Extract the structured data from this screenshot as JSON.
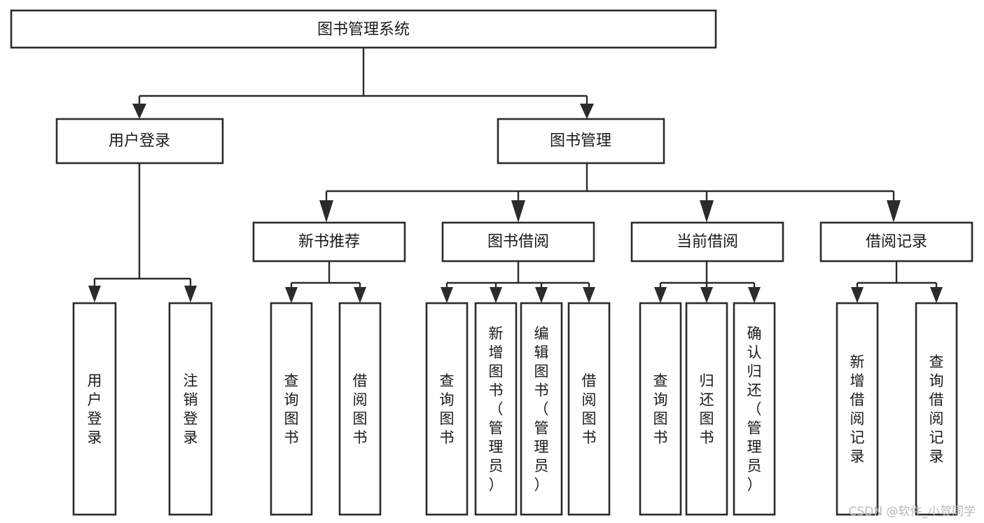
{
  "diagram": {
    "type": "tree-hierarchy",
    "title": "图书管理系统",
    "orientation": "top-down",
    "colors": {
      "box_stroke": "#2b2b2b",
      "box_fill": "#ffffff",
      "connector": "#2b2b2b",
      "text": "#1a1a1a",
      "watermark": "#b9b9b9",
      "background": "#ffffff"
    },
    "levels": {
      "root": {
        "label": "图书管理系统"
      },
      "level2": [
        {
          "label": "用户登录"
        },
        {
          "label": "图书管理"
        }
      ],
      "level3": [
        {
          "label": "新书推荐"
        },
        {
          "label": "图书借阅"
        },
        {
          "label": "当前借阅"
        },
        {
          "label": "借阅记录"
        }
      ]
    },
    "leaves": {
      "user_login": [
        {
          "label": "用户登录"
        },
        {
          "label": "注销登录"
        }
      ],
      "new_book_recommend": [
        {
          "label": "查询图书"
        },
        {
          "label": "借阅图书"
        }
      ],
      "book_borrow": [
        {
          "label": "查询图书"
        },
        {
          "label": "新增图书（管理员）"
        },
        {
          "label": "编辑图书（管理员）"
        },
        {
          "label": "借阅图书"
        }
      ],
      "current_borrow": [
        {
          "label": "查询图书"
        },
        {
          "label": "归还图书"
        },
        {
          "label": "确认归还（管理员）"
        }
      ],
      "borrow_record": [
        {
          "label": "新增借阅记录"
        },
        {
          "label": "查询借阅记录"
        }
      ]
    }
  },
  "watermark": {
    "text": "CSDN @软件_小贺同学"
  }
}
